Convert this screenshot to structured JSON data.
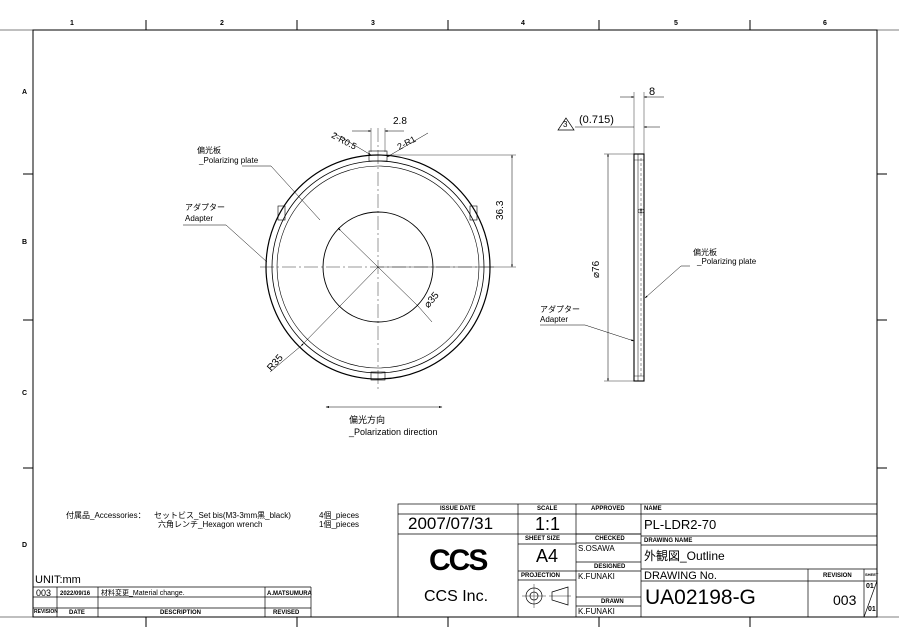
{
  "border": {
    "columns": [
      "1",
      "2",
      "3",
      "4",
      "5",
      "6"
    ],
    "rows": [
      "A",
      "B",
      "C",
      "D"
    ]
  },
  "front_view": {
    "label_polarizer_jp": "偏光板",
    "label_polarizer_en": "_Polarizing plate",
    "label_adapter_jp": "アダプター",
    "label_adapter_en": "Adapter",
    "dim_r05": "2-R0.5",
    "dim_r1": "2-R1",
    "dim_28": "2.8",
    "dim_363": "36.3",
    "dim_d35": "⌀35",
    "dim_r35": "R35",
    "direction_jp": "偏光方向",
    "direction_en": "_Polarization direction"
  },
  "side_view": {
    "dim_8": "8",
    "revision_mark": "3",
    "dim_0715": "(0.715)",
    "dim_d76": "⌀76",
    "label_polarizer_jp": "偏光板",
    "label_polarizer_en": "_Polarizing plate",
    "label_adapter_jp": "アダプター",
    "label_adapter_en": "Adapter"
  },
  "accessories": {
    "label": "付属品_Accessories：",
    "item1": "セットビス_Set bis(M3-3mm黒_black)",
    "qty1": "4個_pieces",
    "item2": "六角レンチ_Hexagon wrench",
    "qty2": "1個_pieces"
  },
  "revision_block": {
    "unit": "UNIT:mm",
    "rev": "003",
    "date": "2022/09/16",
    "description": "材料変更_Material change.",
    "revised_by": "A.MATSUMURA",
    "h_revision": "REVISION",
    "h_date": "DATE",
    "h_description": "DESCRIPTION",
    "h_revised": "REVISED"
  },
  "title_block": {
    "h_issue_date": "ISSUE DATE",
    "issue_date": "2007/07/31",
    "h_scale": "SCALE",
    "scale": "1:1",
    "h_sheet_size": "SHEET SIZE",
    "sheet_size": "A4",
    "h_projection": "PROJECTION",
    "h_approved": "APPROVED",
    "h_checked": "CHECKED",
    "checked_by": "S.OSAWA",
    "h_designed": "DESIGNED",
    "designed_by": "K.FUNAKI",
    "h_drawn": "DRAWN",
    "drawn_by": "K.FUNAKI",
    "h_name": "NAME",
    "name": "PL-LDR2-70",
    "h_drawing_name": "DRAWING NAME",
    "drawing_name": "外観図_Outline",
    "h_drawing_no": "DRAWING No.",
    "drawing_no": "UA02198-G",
    "h_revision": "REVISION",
    "h_sheet": "SHEET",
    "revision": "003",
    "sheet_num": "01",
    "sheet_total": "01",
    "company_logo": "CCS",
    "company": "CCS Inc."
  }
}
